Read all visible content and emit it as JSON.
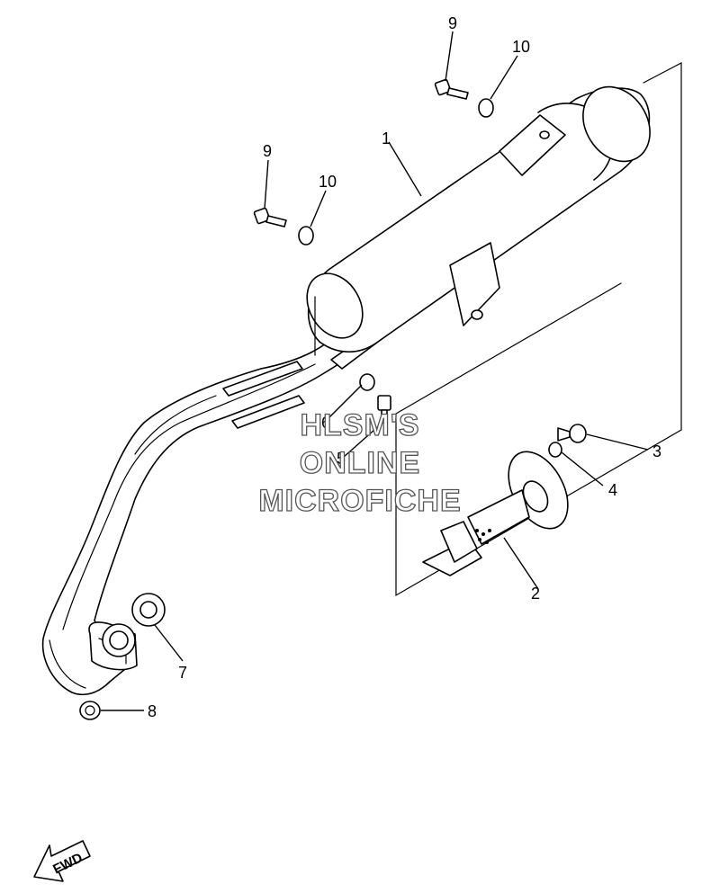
{
  "diagram": {
    "callouts": [
      {
        "id": "c1",
        "label": "1"
      },
      {
        "id": "c2",
        "label": "2"
      },
      {
        "id": "c3",
        "label": "3"
      },
      {
        "id": "c4",
        "label": "4"
      },
      {
        "id": "c5",
        "label": "5"
      },
      {
        "id": "c6",
        "label": "6"
      },
      {
        "id": "c7",
        "label": "7"
      },
      {
        "id": "c8",
        "label": "8"
      },
      {
        "id": "c9a",
        "label": "9"
      },
      {
        "id": "c9b",
        "label": "9"
      },
      {
        "id": "c10a",
        "label": "10"
      },
      {
        "id": "c10b",
        "label": "10"
      }
    ],
    "watermark": [
      "HLSM'S",
      "ONLINE",
      "MICROFICHE"
    ],
    "direction_arrow": "FWD"
  }
}
